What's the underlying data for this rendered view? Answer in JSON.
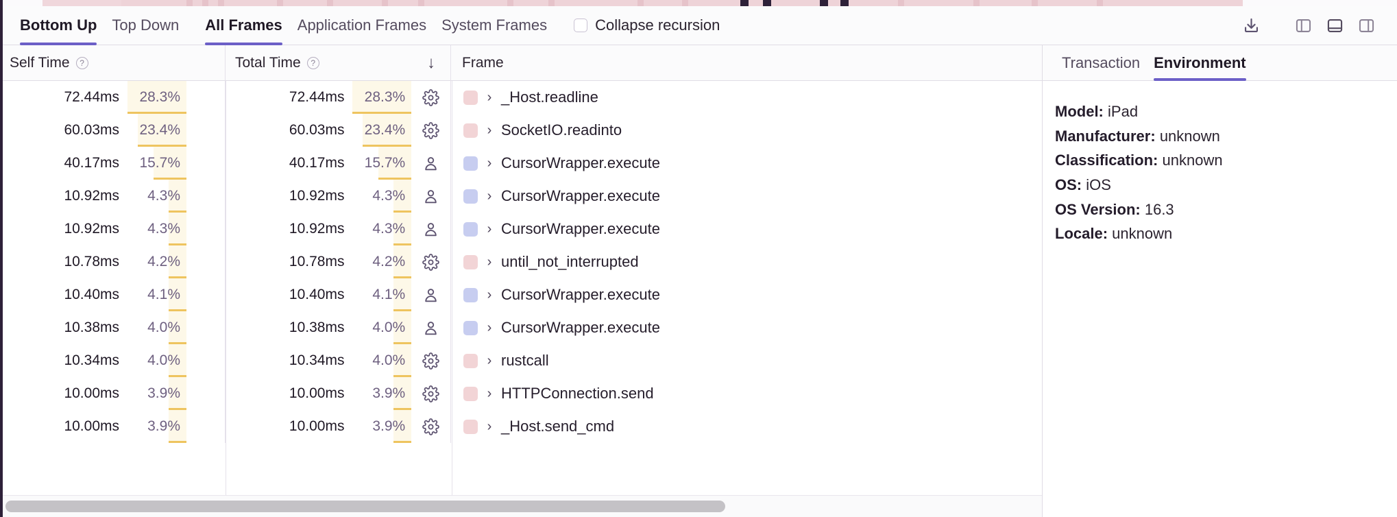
{
  "theme": {
    "accent": "#6c5fc7",
    "rail": "#2e2139",
    "pct_bg": "#fdf8e8",
    "pct_bar": "#eec45f",
    "swatch_system": "#f2d4d6",
    "swatch_application": "#c7cdf0",
    "flame_strip": "#eed3d8",
    "scrollbar_thumb": "#c4c2c6"
  },
  "toolbar": {
    "tabs": [
      {
        "label": "Bottom Up",
        "active": true
      },
      {
        "label": "Top Down",
        "active": false
      }
    ],
    "frame_filters": [
      {
        "label": "All Frames",
        "active": true
      },
      {
        "label": "Application Frames",
        "active": false
      },
      {
        "label": "System Frames",
        "active": false
      }
    ],
    "collapse_recursion": {
      "label": "Collapse recursion",
      "checked": false
    },
    "icons": [
      {
        "name": "download-icon",
        "title": "Export"
      },
      {
        "name": "panel-left-icon",
        "title": "Left panel layout",
        "active": false
      },
      {
        "name": "panel-bottom-icon",
        "title": "Bottom panel layout",
        "active": true
      },
      {
        "name": "panel-right-icon",
        "title": "Right panel layout",
        "active": false
      }
    ]
  },
  "table": {
    "columns": [
      {
        "key": "self_time",
        "label": "Self Time",
        "help": "?",
        "sorted": false
      },
      {
        "key": "total_time",
        "label": "Total Time",
        "help": "?",
        "sorted": true,
        "sort_dir": "↓"
      },
      {
        "key": "frame",
        "label": "Frame"
      }
    ],
    "rows": [
      {
        "self_ms": "72.44ms",
        "self_pct": "28.3%",
        "self_pct_value": 28.3,
        "total_ms": "72.44ms",
        "total_pct": "28.3%",
        "total_pct_value": 28.3,
        "type": "system",
        "type_icon": "gear-icon",
        "swatch": "#f2d4d6",
        "expander": "›",
        "frame": "_Host.readline"
      },
      {
        "self_ms": "60.03ms",
        "self_pct": "23.4%",
        "self_pct_value": 23.4,
        "total_ms": "60.03ms",
        "total_pct": "23.4%",
        "total_pct_value": 23.4,
        "type": "system",
        "type_icon": "gear-icon",
        "swatch": "#f2d4d6",
        "expander": "›",
        "frame": "SocketIO.readinto"
      },
      {
        "self_ms": "40.17ms",
        "self_pct": "15.7%",
        "self_pct_value": 15.7,
        "total_ms": "40.17ms",
        "total_pct": "15.7%",
        "total_pct_value": 15.7,
        "type": "application",
        "type_icon": "person-icon",
        "swatch": "#c7cdf0",
        "expander": "›",
        "frame": "CursorWrapper.execute"
      },
      {
        "self_ms": "10.92ms",
        "self_pct": "4.3%",
        "self_pct_value": 4.3,
        "total_ms": "10.92ms",
        "total_pct": "4.3%",
        "total_pct_value": 4.3,
        "type": "application",
        "type_icon": "person-icon",
        "swatch": "#c7cdf0",
        "expander": "›",
        "frame": "CursorWrapper.execute"
      },
      {
        "self_ms": "10.92ms",
        "self_pct": "4.3%",
        "self_pct_value": 4.3,
        "total_ms": "10.92ms",
        "total_pct": "4.3%",
        "total_pct_value": 4.3,
        "type": "application",
        "type_icon": "person-icon",
        "swatch": "#c7cdf0",
        "expander": "›",
        "frame": "CursorWrapper.execute"
      },
      {
        "self_ms": "10.78ms",
        "self_pct": "4.2%",
        "self_pct_value": 4.2,
        "total_ms": "10.78ms",
        "total_pct": "4.2%",
        "total_pct_value": 4.2,
        "type": "system",
        "type_icon": "gear-icon",
        "swatch": "#f2d4d6",
        "expander": "›",
        "frame": "until_not_interrupted"
      },
      {
        "self_ms": "10.40ms",
        "self_pct": "4.1%",
        "self_pct_value": 4.1,
        "total_ms": "10.40ms",
        "total_pct": "4.1%",
        "total_pct_value": 4.1,
        "type": "application",
        "type_icon": "person-icon",
        "swatch": "#c7cdf0",
        "expander": "›",
        "frame": "CursorWrapper.execute"
      },
      {
        "self_ms": "10.38ms",
        "self_pct": "4.0%",
        "self_pct_value": 4.0,
        "total_ms": "10.38ms",
        "total_pct": "4.0%",
        "total_pct_value": 4.0,
        "type": "application",
        "type_icon": "person-icon",
        "swatch": "#c7cdf0",
        "expander": "›",
        "frame": "CursorWrapper.execute"
      },
      {
        "self_ms": "10.34ms",
        "self_pct": "4.0%",
        "self_pct_value": 4.0,
        "total_ms": "10.34ms",
        "total_pct": "4.0%",
        "total_pct_value": 4.0,
        "type": "system",
        "type_icon": "gear-icon",
        "swatch": "#f2d4d6",
        "expander": "›",
        "frame": "rustcall"
      },
      {
        "self_ms": "10.00ms",
        "self_pct": "3.9%",
        "self_pct_value": 3.9,
        "total_ms": "10.00ms",
        "total_pct": "3.9%",
        "total_pct_value": 3.9,
        "type": "system",
        "type_icon": "gear-icon",
        "swatch": "#f2d4d6",
        "expander": "›",
        "frame": "HTTPConnection.send"
      },
      {
        "self_ms": "10.00ms",
        "self_pct": "3.9%",
        "self_pct_value": 3.9,
        "total_ms": "10.00ms",
        "total_pct": "3.9%",
        "total_pct_value": 3.9,
        "type": "system",
        "type_icon": "gear-icon",
        "swatch": "#f2d4d6",
        "expander": "›",
        "frame": "_Host.send_cmd"
      }
    ]
  },
  "details": {
    "tabs": [
      {
        "label": "Transaction",
        "active": false
      },
      {
        "label": "Environment",
        "active": true
      }
    ],
    "environment": [
      {
        "key": "Model:",
        "value": "iPad"
      },
      {
        "key": "Manufacturer:",
        "value": "unknown"
      },
      {
        "key": "Classification:",
        "value": "unknown"
      },
      {
        "key": "OS:",
        "value": "iOS"
      },
      {
        "key": "OS Version:",
        "value": "16.3"
      },
      {
        "key": "Locale:",
        "value": "unknown"
      }
    ]
  }
}
